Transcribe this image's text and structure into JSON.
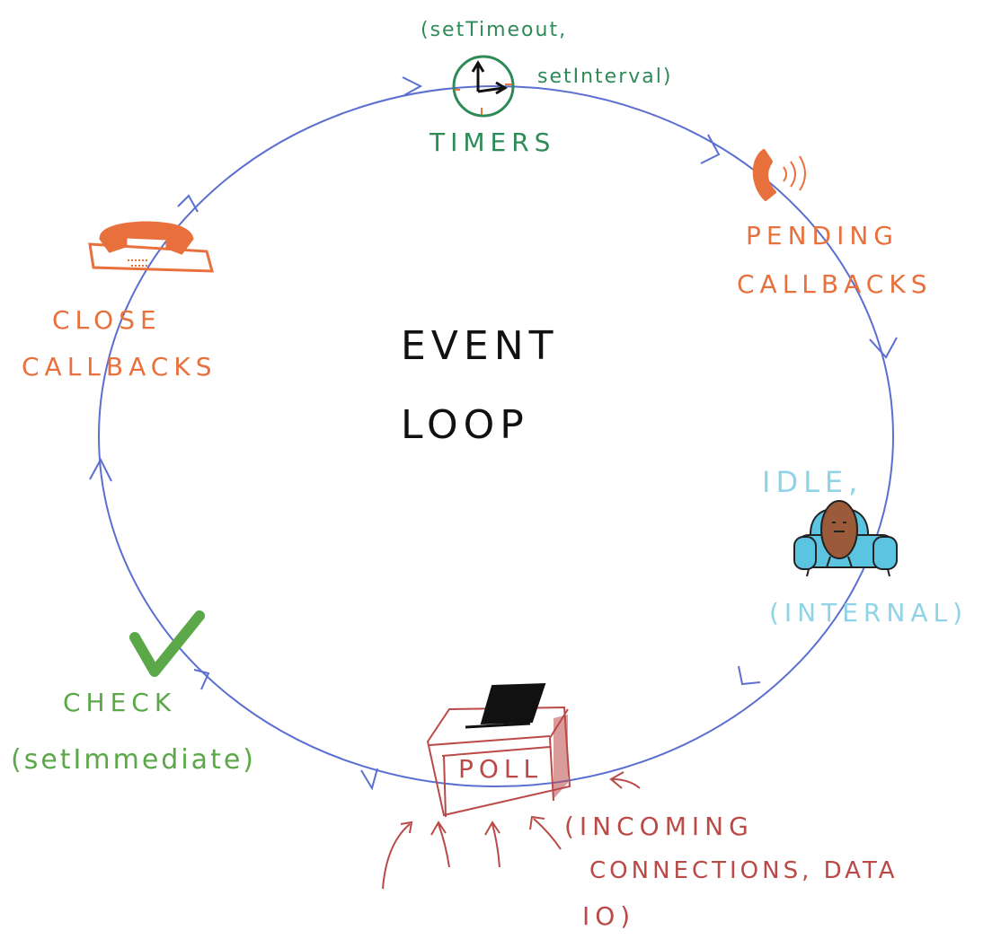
{
  "center": {
    "line1": "EVENT",
    "line2": "LOOP"
  },
  "phases": {
    "timers": {
      "name": "TIMERS",
      "note_line1": "(setTimeout,",
      "note_line2": "setInterval)"
    },
    "pending": {
      "line1": "PENDING",
      "line2": "CALLBACKS"
    },
    "idle": {
      "line1": "IDLE,",
      "line2": "(INTERNAL)"
    },
    "poll": {
      "name": "POLL",
      "note_line1": "(INCOMING",
      "note_line2": "CONNECTIONS, DATA",
      "note_line3": "IO)"
    },
    "check": {
      "name": "CHECK",
      "note": "(setImmediate)"
    },
    "close": {
      "line1": "CLOSE",
      "line2": "CALLBACKS"
    }
  },
  "colors": {
    "loop": "#5a6fd0",
    "timers": "#2e8a57",
    "pending": "#e8703c",
    "idle": "#8fd3e8",
    "poll": "#b94a48",
    "check": "#5aa848",
    "close": "#e8703c",
    "center": "#111111"
  },
  "icons": {
    "timers": "clock-icon",
    "pending": "phone-handset-icon",
    "idle": "potato-on-couch-icon",
    "poll": "laptop-on-box-icon",
    "check": "checkmark-icon",
    "close": "desk-phone-icon"
  }
}
